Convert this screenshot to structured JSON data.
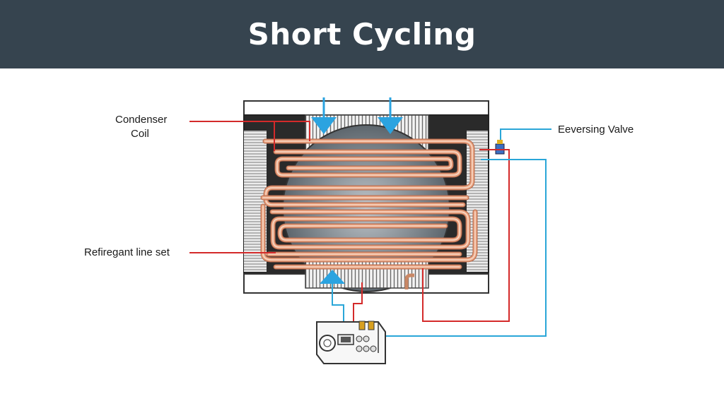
{
  "title": "Short Cycling",
  "labels": {
    "condenser_line1": "Condenser",
    "condenser_line2": "Coil",
    "reversing_valve": "Eeversing Valve",
    "refrigerant_line": "Refiregant line set"
  },
  "colors": {
    "header_bg": "#36444f",
    "hot_line": "#d42a2a",
    "cold_line": "#2aa6d8",
    "copper": "#e8a27f",
    "airflow": "#2ba3e0"
  },
  "icons": [
    "airflow-arrow-icon",
    "thermostat-icon",
    "valve-icon"
  ]
}
